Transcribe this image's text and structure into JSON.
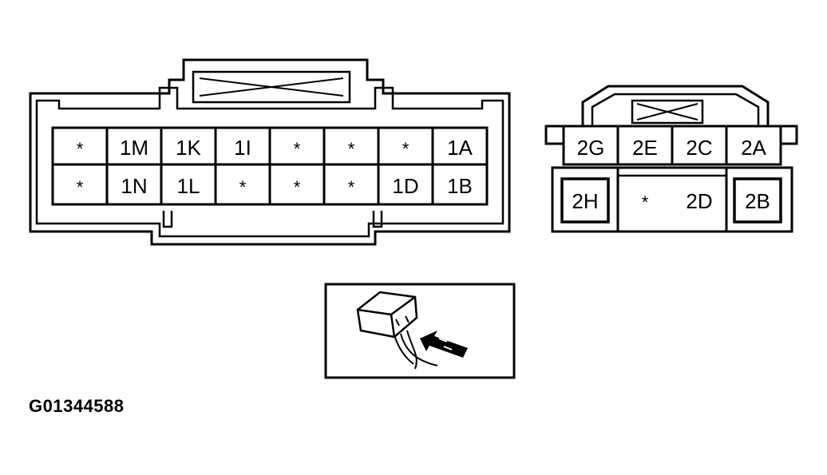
{
  "connector_1": {
    "row_top": [
      "*",
      "1M",
      "1K",
      "1I",
      "*",
      "*",
      "*",
      "1A"
    ],
    "row_bottom": [
      "*",
      "1N",
      "1L",
      "*",
      "*",
      "*",
      "1D",
      "1B"
    ]
  },
  "connector_2": {
    "row_top": [
      "2G",
      "2E",
      "2C",
      "2A"
    ],
    "row_bottom": [
      "2H",
      "*",
      "2D",
      "2B"
    ]
  },
  "figure_id": "G01344588"
}
